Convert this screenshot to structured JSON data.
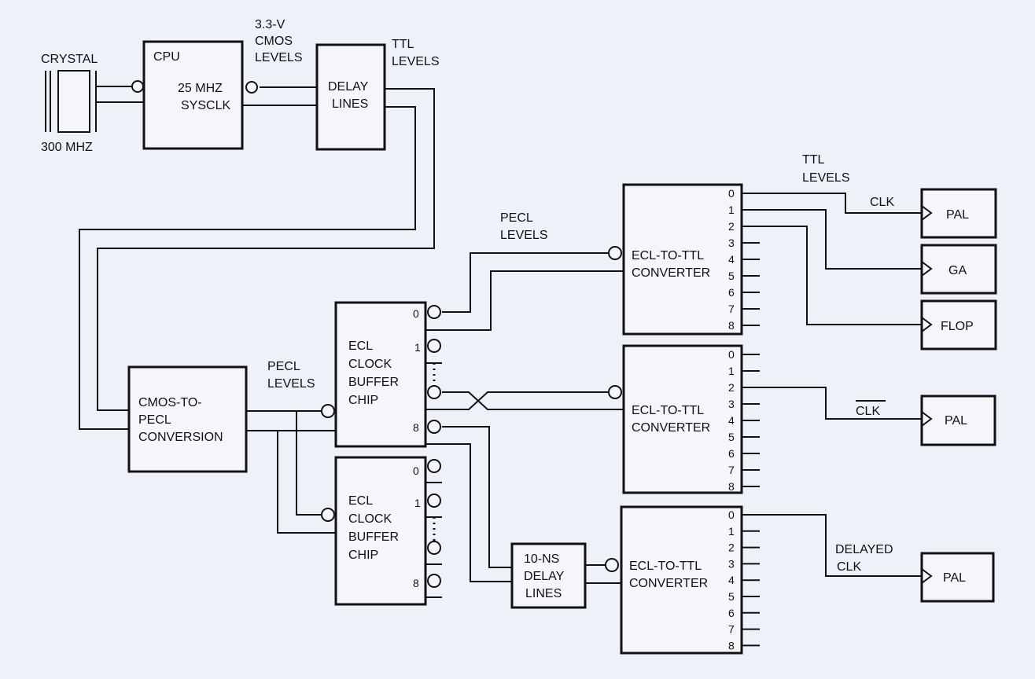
{
  "blocks": {
    "crystal_label": "CRYSTAL",
    "crystal_freq": "300 MHZ",
    "cpu_title": "CPU",
    "cpu_freq": "25 MHZ",
    "cpu_sysclk": "SYSCLK",
    "cmos_levels": [
      "3.3-V",
      "CMOS",
      "LEVELS"
    ],
    "ttl_levels_top": [
      "TTL",
      "LEVELS"
    ],
    "delay_lines": [
      "DELAY",
      "LINES"
    ],
    "cmos_to_pecl": [
      "CMOS-TO-",
      "PECL",
      "CONVERSION"
    ],
    "pecl_levels_left": [
      "PECL",
      "LEVELS"
    ],
    "pecl_levels_top": [
      "PECL",
      "LEVELS"
    ],
    "ecl_buffer": [
      "ECL",
      "CLOCK",
      "BUFFER",
      "CHIP"
    ],
    "converter": [
      "ECL-TO-TTL",
      "CONVERTER"
    ],
    "ns_delay": [
      "10-NS",
      "DELAY",
      "LINES"
    ],
    "ttl_levels_right": [
      "TTL",
      "LEVELS"
    ],
    "clk": "CLK",
    "clk_bar": "CLK",
    "delayed_clk": [
      "DELAYED",
      "CLK"
    ],
    "pal": "PAL",
    "ga": "GA",
    "flop": "FLOP"
  },
  "pin_labels": [
    "0",
    "1",
    "2",
    "3",
    "4",
    "5",
    "6",
    "7",
    "8"
  ],
  "buffer_pin_labels": [
    "0",
    "1",
    "8"
  ]
}
